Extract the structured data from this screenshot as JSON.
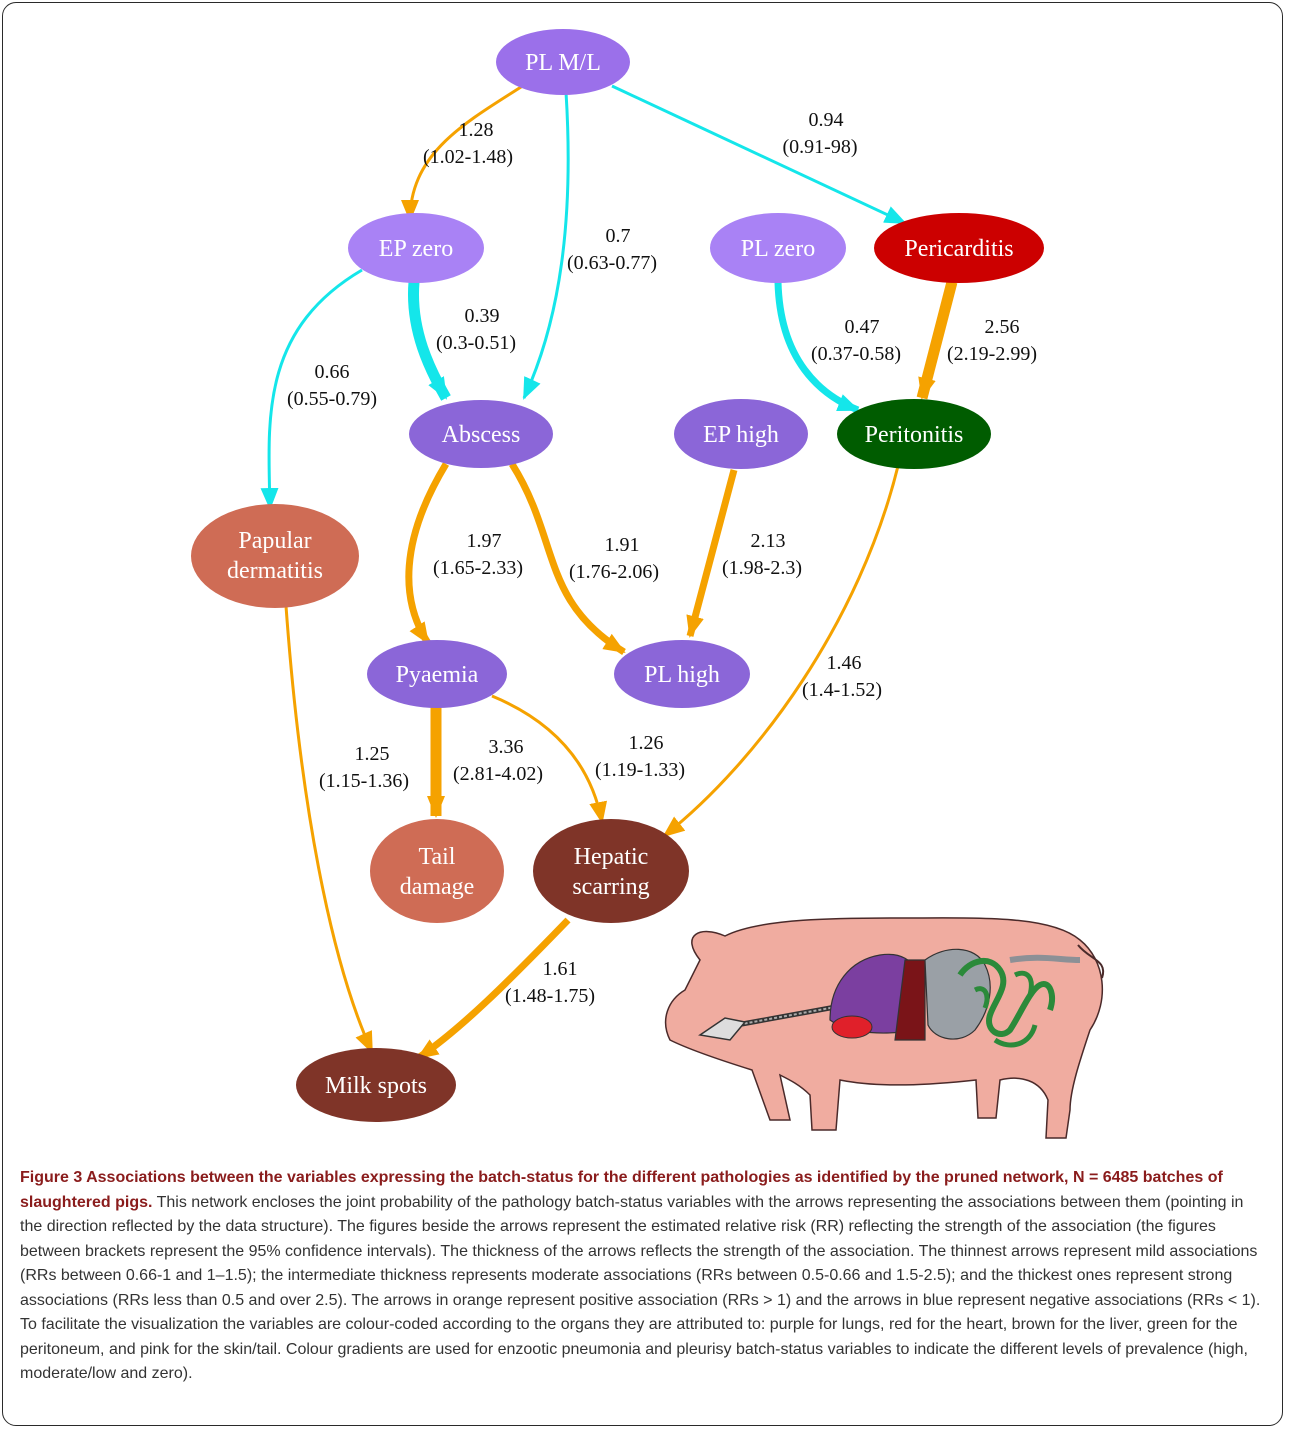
{
  "nodes": {
    "pl_ml": "PL M/L",
    "ep_zero": "EP zero",
    "pl_zero": "PL zero",
    "pericarditis": "Pericarditis",
    "abscess": "Abscess",
    "ep_high": "EP high",
    "peritonitis": "Peritonitis",
    "papular_1": "Papular",
    "papular_2": "dermatitis",
    "pyaemia": "Pyaemia",
    "pl_high": "PL high",
    "tail_1": "Tail",
    "tail_2": "damage",
    "hepatic_1": "Hepatic",
    "hepatic_2": "scarring",
    "milk_spots": "Milk spots"
  },
  "edges": {
    "plml_epzero": {
      "rr": "1.28",
      "ci": "(1.02-1.48)"
    },
    "plml_abscess": {
      "rr": "0.7",
      "ci": "(0.63-0.77)"
    },
    "plml_pericarditis": {
      "rr": "0.94",
      "ci": "(0.91-98)"
    },
    "epzero_abscess": {
      "rr": "0.39",
      "ci": "(0.3-0.51)"
    },
    "epzero_papular": {
      "rr": "0.66",
      "ci": "(0.55-0.79)"
    },
    "plzero_peritonitis": {
      "rr": "0.47",
      "ci": "(0.37-0.58)"
    },
    "pericarditis_peritonitis": {
      "rr": "2.56",
      "ci": "(2.19-2.99)"
    },
    "abscess_pyaemia": {
      "rr": "1.97",
      "ci": "(1.65-2.33)"
    },
    "abscess_plhigh": {
      "rr": "1.91",
      "ci": "(1.76-2.06)"
    },
    "ephigh_plhigh": {
      "rr": "2.13",
      "ci": "(1.98-2.3)"
    },
    "peritonitis_hepatic": {
      "rr": "1.46",
      "ci": "(1.4-1.52)"
    },
    "papular_milk": {
      "rr": "1.25",
      "ci": "(1.15-1.36)"
    },
    "pyaemia_tail": {
      "rr": "3.36",
      "ci": "(2.81-4.02)"
    },
    "pyaemia_hepatic": {
      "rr": "1.26",
      "ci": "(1.19-1.33)"
    },
    "hepatic_milk": {
      "rr": "1.61",
      "ci": "(1.48-1.75)"
    }
  },
  "colors": {
    "positive_edge": "#f5a200",
    "negative_edge": "#14e6ea",
    "lung_purple": "#9b70ea",
    "lung_dark_purple": "#8b66d8",
    "heart_red": "#cc0000",
    "liver_brown": "#7f3428",
    "peritoneum_green": "#005c00",
    "skin_pink": "#cf6c55"
  },
  "caption": {
    "title": "Figure 3 Associations between the variables expressing the batch-status for the different pathologies as identified by the pruned network, N = 6485 batches of slaughtered pigs.",
    "body": " This network encloses the joint probability of the pathology batch-status variables with the arrows representing the associations between them (pointing in the direction reflected by the data structure). The figures beside the arrows represent the estimated relative risk (RR) reflecting the strength of the association (the figures between brackets represent the 95% confidence intervals). The thickness of the arrows reflects the strength of the association. The thinnest arrows represent mild associations (RRs between 0.66-1 and 1–1.5); the intermediate thickness represents moderate associations (RRs between 0.5-0.66 and 1.5-2.5); and the thickest ones represent strong associations (RRs less than 0.5 and over 2.5). The arrows in orange represent positive association (RRs > 1) and the arrows in blue represent negative associations (RRs < 1). To facilitate the visualization the variables are colour-coded according to the organs they are attributed to: purple for lungs, red for the heart, brown for the liver, green for the peritoneum, and pink for the skin/tail. Colour gradients are used for enzootic pneumonia and pleurisy batch-status variables to indicate the different levels of prevalence (high, moderate/low and zero)."
  }
}
